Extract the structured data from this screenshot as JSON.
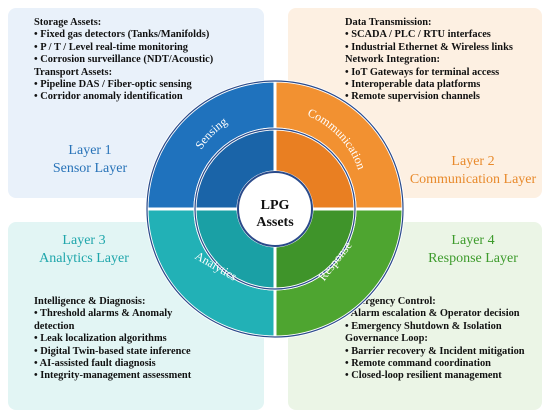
{
  "center": {
    "line1": "LPG",
    "line2": "Assets"
  },
  "quadrants": {
    "sensing": {
      "label": "Sensing",
      "outer": "#1f72bd",
      "inner": "#1a64a8"
    },
    "communication": {
      "label": "Communication",
      "outer": "#f29131",
      "inner": "#e97f22"
    },
    "analytics": {
      "label": "Analytics",
      "outer": "#22b1b6",
      "inner": "#1aa0a5"
    },
    "response": {
      "label": "Response",
      "outer": "#4ea530",
      "inner": "#3f942a"
    }
  },
  "layers": [
    {
      "id": "p1",
      "title1": "Layer 1",
      "title2": "Sensor Layer",
      "color": "#2873b8"
    },
    {
      "id": "p2",
      "title1": "Layer 2",
      "title2": "Communication Layer",
      "color": "#e88a2c"
    },
    {
      "id": "p3",
      "title1": "Layer 3",
      "title2": "Analytics Layer",
      "color": "#1fa6ab"
    },
    {
      "id": "p4",
      "title1": "Layer 4",
      "title2": "Response Layer",
      "color": "#3d9b2c"
    }
  ],
  "panels": {
    "sensor": [
      {
        "text": "Storage Assets:",
        "heading": true
      },
      {
        "text": "• Fixed gas detectors (Tanks/Manifolds)"
      },
      {
        "text": "• P / T / Level real-time monitoring"
      },
      {
        "text": "• Corrosion surveillance (NDT/Acoustic)"
      },
      {
        "text": "Transport Assets:",
        "heading": true
      },
      {
        "text": "• Pipeline DAS / Fiber-optic sensing"
      },
      {
        "text": "• Corridor anomaly identification"
      }
    ],
    "communication": [
      {
        "text": "Data Transmission:",
        "heading": true
      },
      {
        "text": "• SCADA / PLC / RTU interfaces"
      },
      {
        "text": "• Industrial Ethernet & Wireless links"
      },
      {
        "text": "Network Integration:",
        "heading": true
      },
      {
        "text": "• IoT Gateways for terminal access"
      },
      {
        "text": "• Interoperable data platforms"
      },
      {
        "text": "• Remote supervision channels"
      }
    ],
    "analytics": [
      {
        "text": "Intelligence & Diagnosis:",
        "heading": true
      },
      {
        "text": "• Threshold alarms & Anomaly"
      },
      {
        "text": "   detection"
      },
      {
        "text": "• Leak localization algorithms"
      },
      {
        "text": "• Digital Twin-based state inference"
      },
      {
        "text": "• AI-assisted fault diagnosis"
      },
      {
        "text": "• Integrity-management assessment"
      }
    ],
    "response": [
      {
        "text": "Emergency Control:",
        "heading": true
      },
      {
        "text": "• Alarm escalation & Operator decision"
      },
      {
        "text": "• Emergency Shutdown & Isolation"
      },
      {
        "text": "Governance Loop:",
        "heading": true
      },
      {
        "text": "• Barrier recovery & Incident mitigation"
      },
      {
        "text": "• Remote command coordination"
      },
      {
        "text": "• Closed-loop resilient management"
      }
    ]
  }
}
